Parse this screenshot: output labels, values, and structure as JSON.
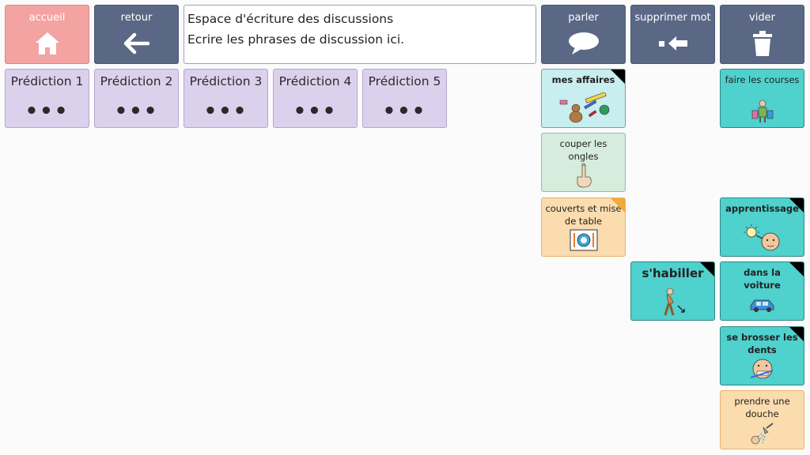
{
  "toolbar": {
    "home_label": "accueil",
    "back_label": "retour",
    "speak_label": "parler",
    "delete_word_label": "supprimer mot",
    "clear_label": "vider"
  },
  "message": {
    "line1": "Espace d'écriture des discussions",
    "line2": "Ecrire les phrases de discussion ici."
  },
  "predictions": [
    {
      "label": "Prédiction 1",
      "dots": "•••"
    },
    {
      "label": "Prédiction 2",
      "dots": "•••"
    },
    {
      "label": "Prédiction 3",
      "dots": "•••"
    },
    {
      "label": "Prédiction 4",
      "dots": "•••"
    },
    {
      "label": "Prédiction 5",
      "dots": "•••"
    }
  ],
  "vocab": {
    "mes_affaires": "mes affaires",
    "couper_ongles": "couper les ongles",
    "couverts": "couverts et mise de table",
    "shabiller": "s'habiller",
    "faire_courses": "faire les courses",
    "apprentissage": "apprentissage",
    "dans_voiture": "dans la voiture",
    "brosser_dents": "se brosser les dents",
    "prendre_douche": "prendre une douche"
  },
  "colors": {
    "slate": "#5a6885",
    "home": "#f4a3a3",
    "prediction": "#dcd1ec",
    "folder_teal": "#4fd1cd"
  }
}
